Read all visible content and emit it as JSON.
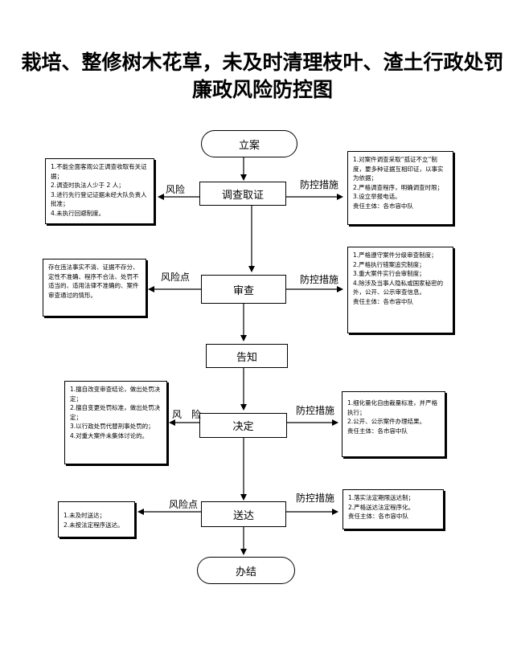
{
  "title_line1": "栽培、整修树木花草，未及时清理枝叶、渣土行政处罚",
  "title_line2": "廉政风险防控图",
  "nodes": {
    "start": "立案",
    "investigate": "调查取证",
    "review": "审查",
    "notify": "告知",
    "decide": "决定",
    "deliver": "送达",
    "end": "办结"
  },
  "labels": {
    "risk_1": "风险",
    "control_1": "防控措施",
    "risk_2": "风险点",
    "control_2": "防控措施",
    "risk_3": "风　险",
    "control_3": "防控措施",
    "risk_4": "风险点",
    "control_4": "防控措施"
  },
  "risk_boxes": {
    "investigate": [
      "1.不能全面客观公正调查收取有关证据；",
      "2.调查时执法人少于 2 人；",
      "3.进行先行登记证据未经大队负责人批准；",
      "4.未执行回避制度。"
    ],
    "review": [
      "存在违法事实不清、证据不存分、定性不准确、程序不合法、处罚不适当的、适用法律不准确的、案件审查通过的情形。"
    ],
    "decide": [
      "1.擅自改变审查结论，做出处罚决定；",
      "2.擅自变更处罚标准，做出处罚决定；",
      "3.以行政处罚代替刑事处罚的；",
      "4.对重大案件未集体讨论的。"
    ],
    "deliver": [
      "1.未及时送达；",
      "2.未按法定程序送达。"
    ]
  },
  "control_boxes": {
    "investigate": [
      "1.对案件调查采取“孤证不立”制度，要多种证据互相印证，以事实为依据；",
      "2.严格调查程序，明确调查时限；",
      "3.设立举报电话。",
      "责任主体：各市容中队"
    ],
    "review": [
      "1.严格遵守案件分级审查制度；",
      "2.严格执行错案追究制度；",
      "3.重大案件实行会审制度；",
      "4.除涉及当事人隐私或国家秘密的外，公开、公示审查信息。",
      "责任主体：各市容中队"
    ],
    "decide": [
      "1.细化量化自由裁量标准，并严格执行；",
      "2.公开、公示案件办理结果。",
      "",
      "责任主体：各市容中队"
    ],
    "deliver": [
      "1.落实法定期限送达制；",
      "2.严格送达法定程序化。",
      "责任主体：各市容中队"
    ]
  }
}
